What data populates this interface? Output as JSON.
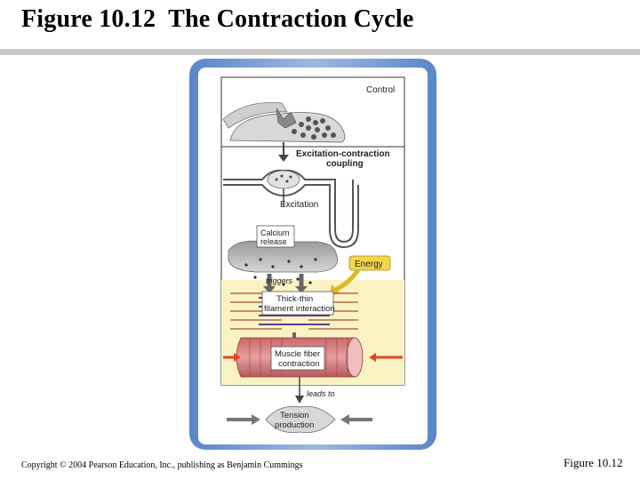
{
  "slide": {
    "title": "Figure 10.12  The Contraction Cycle",
    "copyright": "Copyright © 2004 Pearson Education, Inc., publishing as Benjamin Cummings",
    "figure_number": "Figure 10.12"
  },
  "diagram": {
    "label_control": "Control",
    "label_ec_line1": "Excitation-contraction",
    "label_ec_line2": "coupling",
    "label_excitation": "Excitation",
    "label_calcium_line1": "Calcium",
    "label_calcium_line2": "release",
    "label_energy": "Energy",
    "label_triggers": "triggers",
    "label_thickthin_line1": "Thick-thin",
    "label_thickthin_line2": "filament interaction",
    "label_musclefiber_line1": "Muscle fiber",
    "label_musclefiber_line2": "contraction",
    "label_leadsto": "leads to",
    "label_tension_line1": "Tension",
    "label_tension_line2": "production"
  }
}
